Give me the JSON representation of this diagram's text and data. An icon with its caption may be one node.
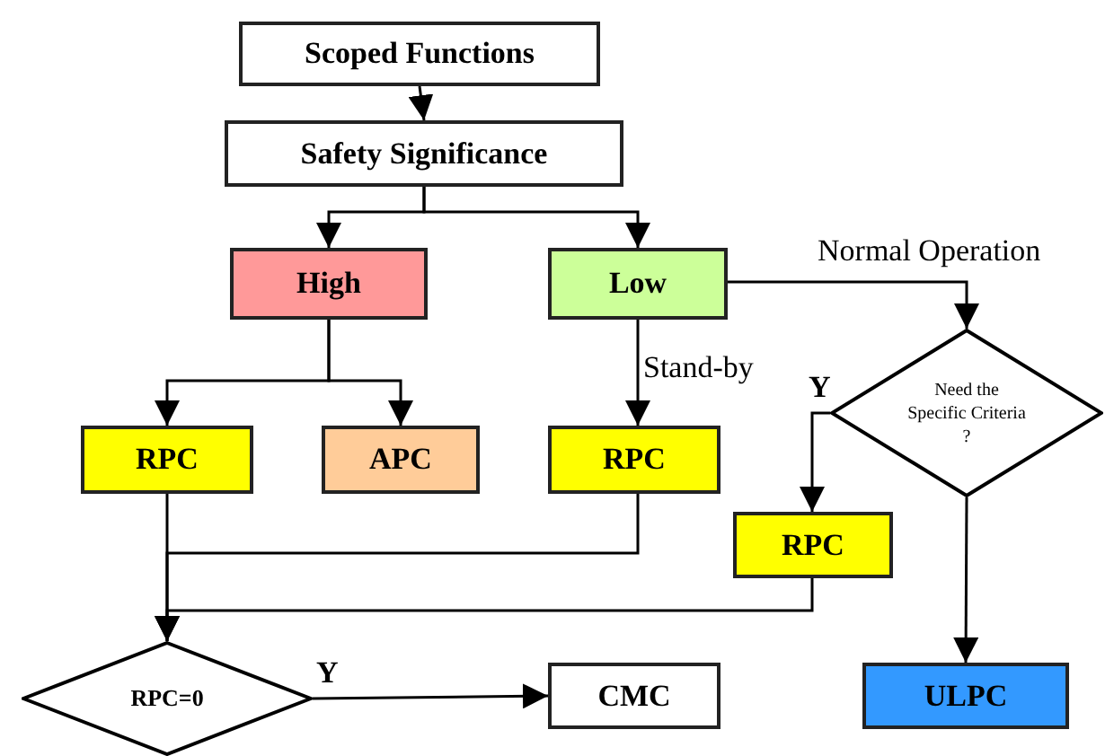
{
  "diagram": {
    "nodes": [
      {
        "text": [
          "Scoped Functions"
        ]
      },
      {
        "text": [
          "Safety Significance"
        ]
      },
      {
        "text": [
          "High"
        ]
      },
      {
        "text": [
          "Low"
        ]
      },
      {
        "text": [
          "RPC"
        ]
      },
      {
        "text": [
          "APC"
        ]
      },
      {
        "text": [
          "RPC"
        ]
      },
      {
        "text": [
          "Need the Specific Criteria ?"
        ]
      },
      {
        "text": [
          "RPC"
        ]
      },
      {
        "text": [
          "RPC=0"
        ]
      },
      {
        "text": [
          "CMC"
        ]
      },
      {
        "text": [
          "ULPC"
        ]
      }
    ],
    "edges": [
      {
        "from": 0,
        "to": 1,
        "arrow": "to"
      },
      {
        "from": 1,
        "to": 2,
        "arrow": "to"
      },
      {
        "from": 1,
        "to": 3,
        "arrow": "to"
      },
      {
        "from": 2,
        "to": 4,
        "arrow": "to"
      },
      {
        "from": 2,
        "to": 5,
        "arrow": "to"
      },
      {
        "from": 3,
        "to": 6,
        "arrow": "to",
        "label": "Stand-by"
      },
      {
        "from": 3,
        "to": 7,
        "arrow": "to",
        "label": "Normal Operation"
      },
      {
        "from": 7,
        "to": 8,
        "arrow": "to",
        "label": "Y"
      },
      {
        "from": 7,
        "to": 11,
        "arrow": "to"
      },
      {
        "from": 4,
        "to": 9,
        "arrow": "to"
      },
      {
        "from": 6,
        "to": 9,
        "arrow": "to"
      },
      {
        "from": 8,
        "to": 9,
        "arrow": "to"
      },
      {
        "from": 9,
        "to": 10,
        "arrow": "to",
        "label": "Y"
      }
    ]
  }
}
